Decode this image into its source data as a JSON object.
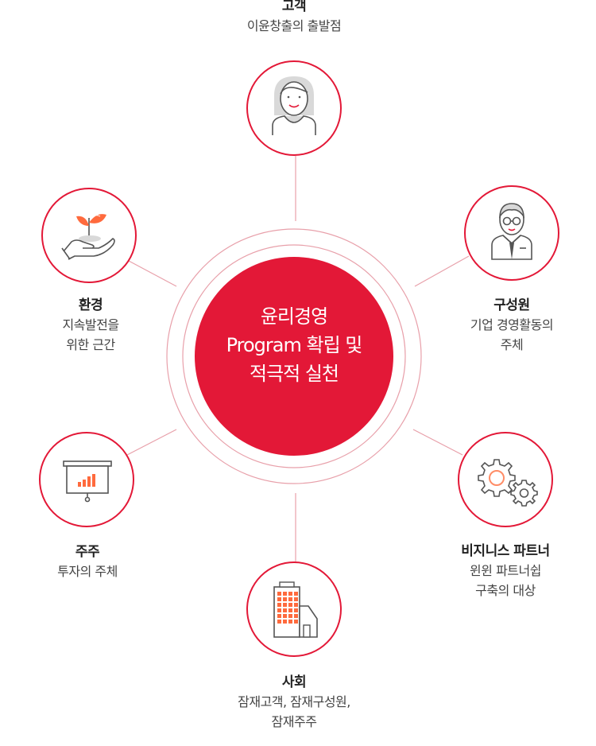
{
  "center": {
    "line1": "윤리경영",
    "line2": "Program 확립 및",
    "line3": "적극적 실천"
  },
  "stakeholders": {
    "customer": {
      "title": "고객",
      "desc": [
        "이윤창출의 출발점"
      ],
      "icon": "customer-woman-icon"
    },
    "employee": {
      "title": "구성원",
      "desc": [
        "기업 경영활동의",
        "주체"
      ],
      "icon": "employee-man-icon"
    },
    "partner": {
      "title": "비지니스 파트너",
      "desc": [
        "윈윈 파트너쉽",
        "구축의 대상"
      ],
      "icon": "gears-icon"
    },
    "society": {
      "title": "사회",
      "desc": [
        "잠재고객, 잠재구성원,",
        "잠재주주"
      ],
      "icon": "building-icon"
    },
    "shareholder": {
      "title": "주주",
      "desc": [
        "투자의 주체"
      ],
      "icon": "presentation-chart-icon"
    },
    "environment": {
      "title": "환경",
      "desc": [
        "지속발전을",
        "위한 근간"
      ],
      "icon": "hand-sprout-icon"
    }
  },
  "colors": {
    "accent": "#e31837",
    "line": "#e8a0aa",
    "icon": "#555555"
  }
}
